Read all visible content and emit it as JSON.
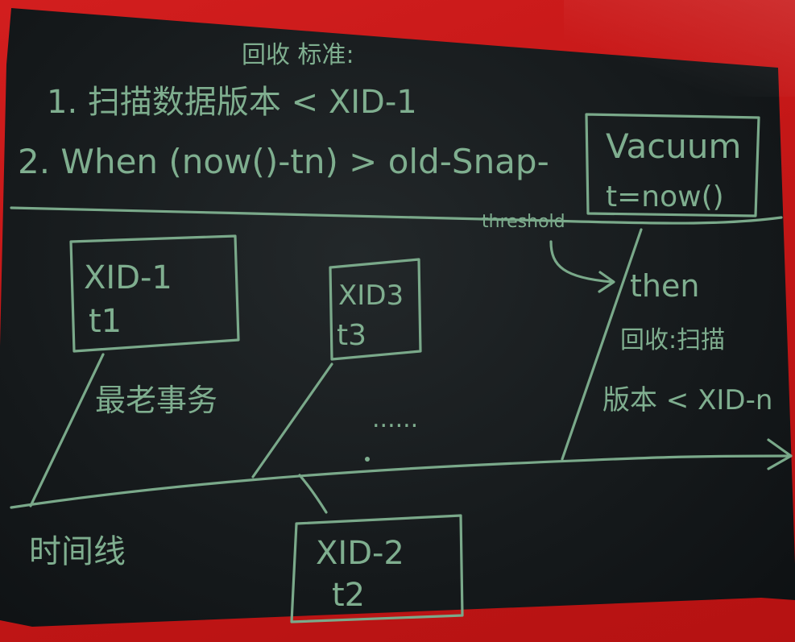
{
  "board": {
    "heading_note": "回收 标准:",
    "rule1": "1. 扫描数据版本 < XID-1",
    "rule2_prefix": "2. When (now()-tn) > old-Snap-",
    "rule2_suffix": "threshold",
    "vacuum_box": {
      "line1": "Vacuum",
      "line2": "t=now()"
    },
    "then_note": {
      "line1": "then",
      "line2": "回收:扫描",
      "line3": "版本 < XID-n"
    },
    "xid_boxes": [
      {
        "id": "XID-1",
        "time": "t1"
      },
      {
        "id": "XID3",
        "time": "t3"
      },
      {
        "id": "XID-2",
        "time": "t2"
      }
    ],
    "oldest_txn_note": "最老事务",
    "ellipsis": "......",
    "timeline_label": "时间线"
  },
  "colors": {
    "chalk": "#7fae8f",
    "board": "#15191b",
    "frame": "#c41717"
  }
}
